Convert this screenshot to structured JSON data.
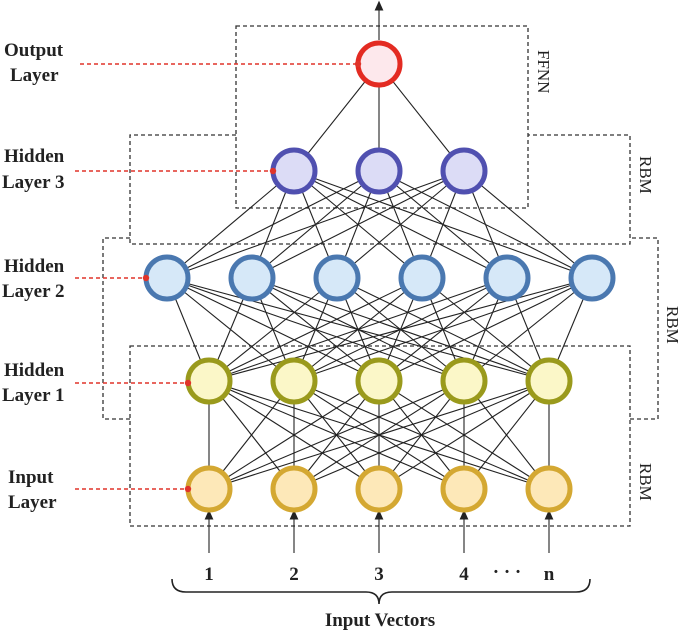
{
  "layer_labels": {
    "output": [
      "Output",
      "Layer"
    ],
    "hidden3": [
      "Hidden",
      "Layer 3"
    ],
    "hidden2": [
      "Hidden",
      "Layer 2"
    ],
    "hidden1": [
      "Hidden",
      "Layer 1"
    ],
    "input": [
      "Input",
      "Layer"
    ]
  },
  "box_labels": {
    "ffnn": "FFNN",
    "rbm_top": "RBM",
    "rbm_mid": "RBM",
    "rbm_bottom": "RBM"
  },
  "input_vectors": {
    "labels": [
      "1",
      "2",
      "3",
      "4",
      "n"
    ],
    "ellipsis": "· · ·",
    "caption": "Input Vectors"
  },
  "colors": {
    "output": {
      "fill": "#fde8ec",
      "stroke": "#e32b22"
    },
    "hidden3": {
      "fill": "#dcdcf6",
      "stroke": "#5050b0"
    },
    "hidden2": {
      "fill": "#d6e8f8",
      "stroke": "#4a78b0"
    },
    "hidden1": {
      "fill": "#fbf7c8",
      "stroke": "#9a9a1c"
    },
    "input": {
      "fill": "#fde8b8",
      "stroke": "#d4a832"
    },
    "pointer": "#e0342a"
  },
  "node_counts": {
    "output": 1,
    "hidden3": 3,
    "hidden2": 6,
    "hidden1": 5,
    "input": 5
  }
}
